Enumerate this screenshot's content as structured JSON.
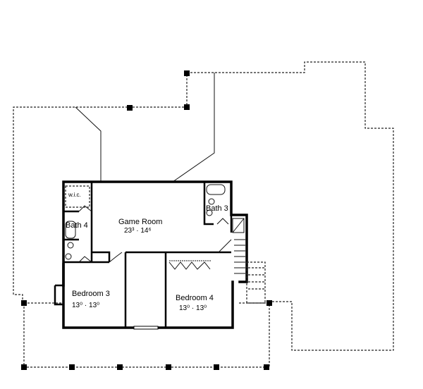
{
  "rooms": {
    "wic": {
      "label": "w.i.c."
    },
    "bath4": {
      "label": "Bath 4"
    },
    "bath3": {
      "label": "Bath 3"
    },
    "game_room": {
      "label": "Game Room",
      "dims": "23³ · 14⁶"
    },
    "bedroom3": {
      "label": "Bedroom 3",
      "dims": "13⁰ · 13⁰"
    },
    "bedroom4": {
      "label": "Bedroom 4",
      "dims": "13⁰ · 13⁰"
    }
  },
  "colors": {
    "line": "#000000",
    "background": "#ffffff"
  }
}
